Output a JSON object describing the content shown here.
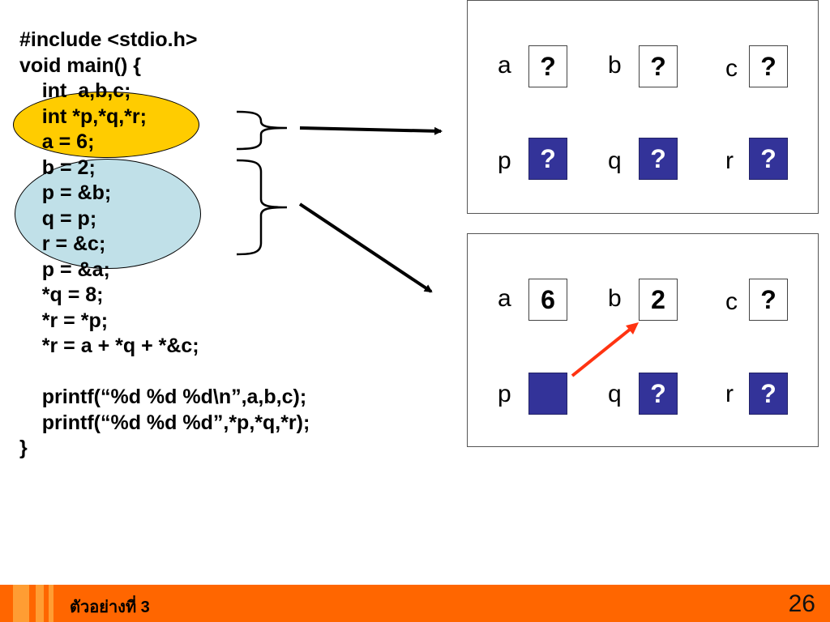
{
  "code_lines": [
    "#include <stdio.h>",
    "void main() {",
    "    int  a,b,c;",
    "    int *p,*q,*r;",
    "    a = 6;",
    "    b = 2;",
    "    p = &b;",
    "    q = p;",
    "    r = &c;",
    "    p = &a;",
    "    *q = 8;",
    "    *r = *p;",
    "    *r = a + *q + *&c;",
    "",
    "    printf(“%d %d %d\\n”,a,b,c);",
    "    printf(“%d %d %d”,*p,*q,*r);",
    "}"
  ],
  "panel_top": {
    "a": {
      "label": "a",
      "value": "?"
    },
    "b": {
      "label": "b",
      "value": "?"
    },
    "c": {
      "label": "c",
      "value": "?"
    },
    "p": {
      "label": "p",
      "value": "?"
    },
    "q": {
      "label": "q",
      "value": "?"
    },
    "r": {
      "label": "r",
      "value": "?"
    }
  },
  "panel_bottom": {
    "a": {
      "label": "a",
      "value": "6"
    },
    "b": {
      "label": "b",
      "value": "2"
    },
    "c": {
      "label": "c",
      "value": "?"
    },
    "p": {
      "label": "p",
      "value": ""
    },
    "q": {
      "label": "q",
      "value": "?"
    },
    "r": {
      "label": "r",
      "value": "?"
    }
  },
  "footer": {
    "title": "ตัวอย่างที่ 3",
    "page_number": "26"
  },
  "colors": {
    "highlight_yellow": "#ffcc00",
    "highlight_blue": "#c0e0e8",
    "pointer_box": "#333399",
    "footer_orange": "#ff6600",
    "footer_light": "#ff9d33",
    "pointer_arrow": "#ff3311"
  }
}
